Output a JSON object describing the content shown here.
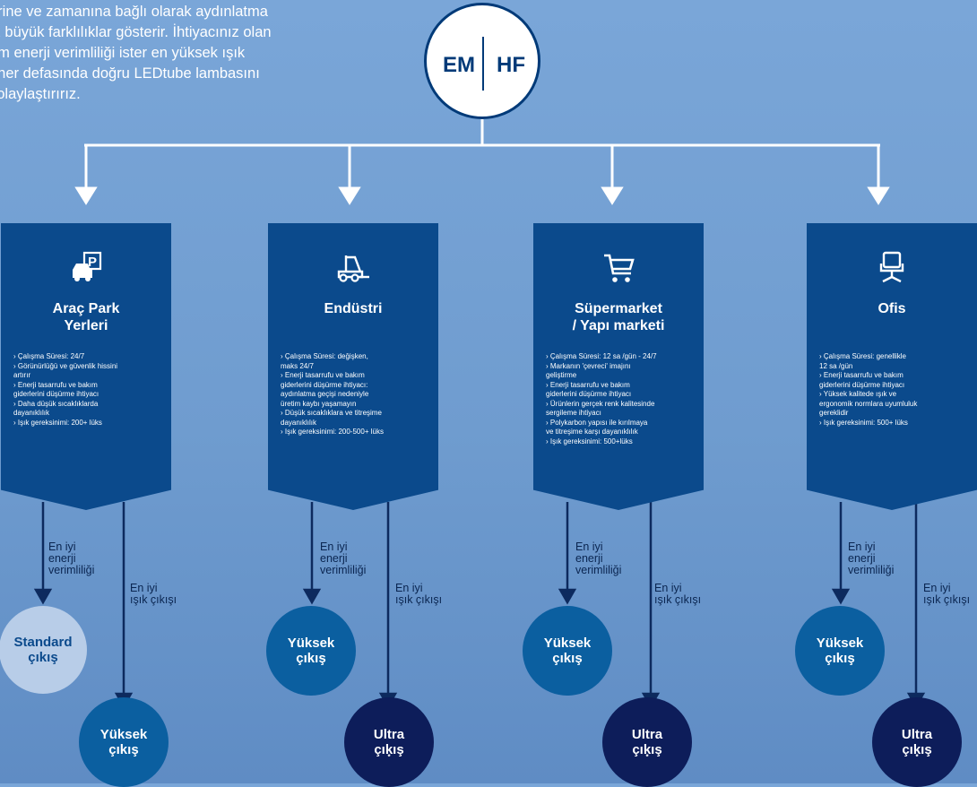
{
  "intro": {
    "lines": [
      "erine ve zamanına bağlı olarak aydınlatma",
      "ız büyük farklılıklar gösterir. İhtiyacınız olan",
      "um enerji verimliliği ister en yüksek ışık",
      ", her defasında doğru LEDtube lambasını",
      "kolaylaştırırız."
    ]
  },
  "hub": {
    "left": "EM",
    "right": "HF"
  },
  "edge_labels": {
    "efficiency": [
      "En iyi",
      "enerji",
      "verimliliği"
    ],
    "light": [
      "En iyi",
      "ışık çıkışı"
    ]
  },
  "columns": [
    {
      "icon": "parking-car-icon",
      "title_lines": [
        "Araç Park",
        "Yerleri"
      ],
      "items": [
        "› Çalışma Süresi: 24/7",
        "› Görünürlüğü ve güvenlik hissini",
        "artırır",
        "› Enerji tasarrufu ve bakım",
        "giderlerini düşürme ihtiyacı",
        "› Daha düşük sıcaklıklarda",
        "dayanıklılık",
        "› Işık gereksinimi: 200+ lüks"
      ],
      "outcome_efficiency": {
        "lines": [
          "Standard",
          "çıkış"
        ],
        "sup": "",
        "kind": "standard"
      },
      "outcome_light": {
        "lines": [
          "Yüksek",
          "çıkış"
        ],
        "sup": "",
        "kind": "yuksek"
      }
    },
    {
      "icon": "forklift-icon",
      "title_lines": [
        "Endüstri"
      ],
      "items": [
        "› Çalışma Süresi: değişken,",
        "maks 24/7",
        "› Enerji tasarrufu ve bakım",
        "giderlerini düşürme ihtiyacı:",
        "aydınlatma geçişi nedeniyle",
        "üretim kaybı yaşamayın",
        "› Düşük sıcaklıklara ve titreşime",
        "dayanıklılık",
        "› Işık gereksinimi: 200-500+ lüks"
      ],
      "outcome_efficiency": {
        "lines": [
          "Yüksek",
          "çıkış"
        ],
        "sup": "",
        "kind": "yuksek"
      },
      "outcome_light": {
        "lines": [
          "Ultra",
          "çıkış"
        ],
        "sup": "*",
        "kind": "ultra"
      }
    },
    {
      "icon": "shopping-cart-icon",
      "title_lines": [
        "Süpermarket",
        "/ Yapı marketi"
      ],
      "items": [
        "› Çalışma Süresi: 12 sa /gün - 24/7",
        "› Markanın 'çevreci' imajını",
        "geliştirme",
        "› Enerji tasarrufu ve bakım",
        "giderlerini düşürme ihtiyacı",
        "› Ürünlerin gerçek renk kalitesinde",
        "sergileme ihtiyacı",
        "› Polykarbon yapısı ile kırılmaya",
        "ve titreşime karşı dayanıklılık",
        "› Işık gereksinimi: 500+lüks"
      ],
      "outcome_efficiency": {
        "lines": [
          "Yüksek",
          "çıkış"
        ],
        "sup": "",
        "kind": "yuksek"
      },
      "outcome_light": {
        "lines": [
          "Ultra",
          "çıkış"
        ],
        "sup": "*",
        "kind": "ultra"
      }
    },
    {
      "icon": "office-chair-icon",
      "title_lines": [
        "Ofis"
      ],
      "items": [
        "› Çalışma Süresi: genellikle",
        "12 sa /gün",
        "› Enerji tasarrufu ve bakım",
        "giderlerini düşürme ihtiyacı",
        "› Yüksek kalitede ışık ve",
        "ergonomik normlara uyumluluk",
        "gereklidir",
        "› Işık gereksinimi: 500+ lüks"
      ],
      "outcome_efficiency": {
        "lines": [
          "Yüksek",
          "çıkış"
        ],
        "sup": "",
        "kind": "yuksek"
      },
      "outcome_light": {
        "lines": [
          "Ultra",
          "çıkış"
        ],
        "sup": "*",
        "kind": "ultra"
      }
    }
  ],
  "colors": {
    "card": "#0b4a8c",
    "hub_border": "#003a78",
    "standard": "#b8cde8",
    "yuksek": "#0b5fa0",
    "ultra": "#0d1d5a",
    "arrow": "#ffffff",
    "branch_arrow": "#0d2a5e"
  }
}
